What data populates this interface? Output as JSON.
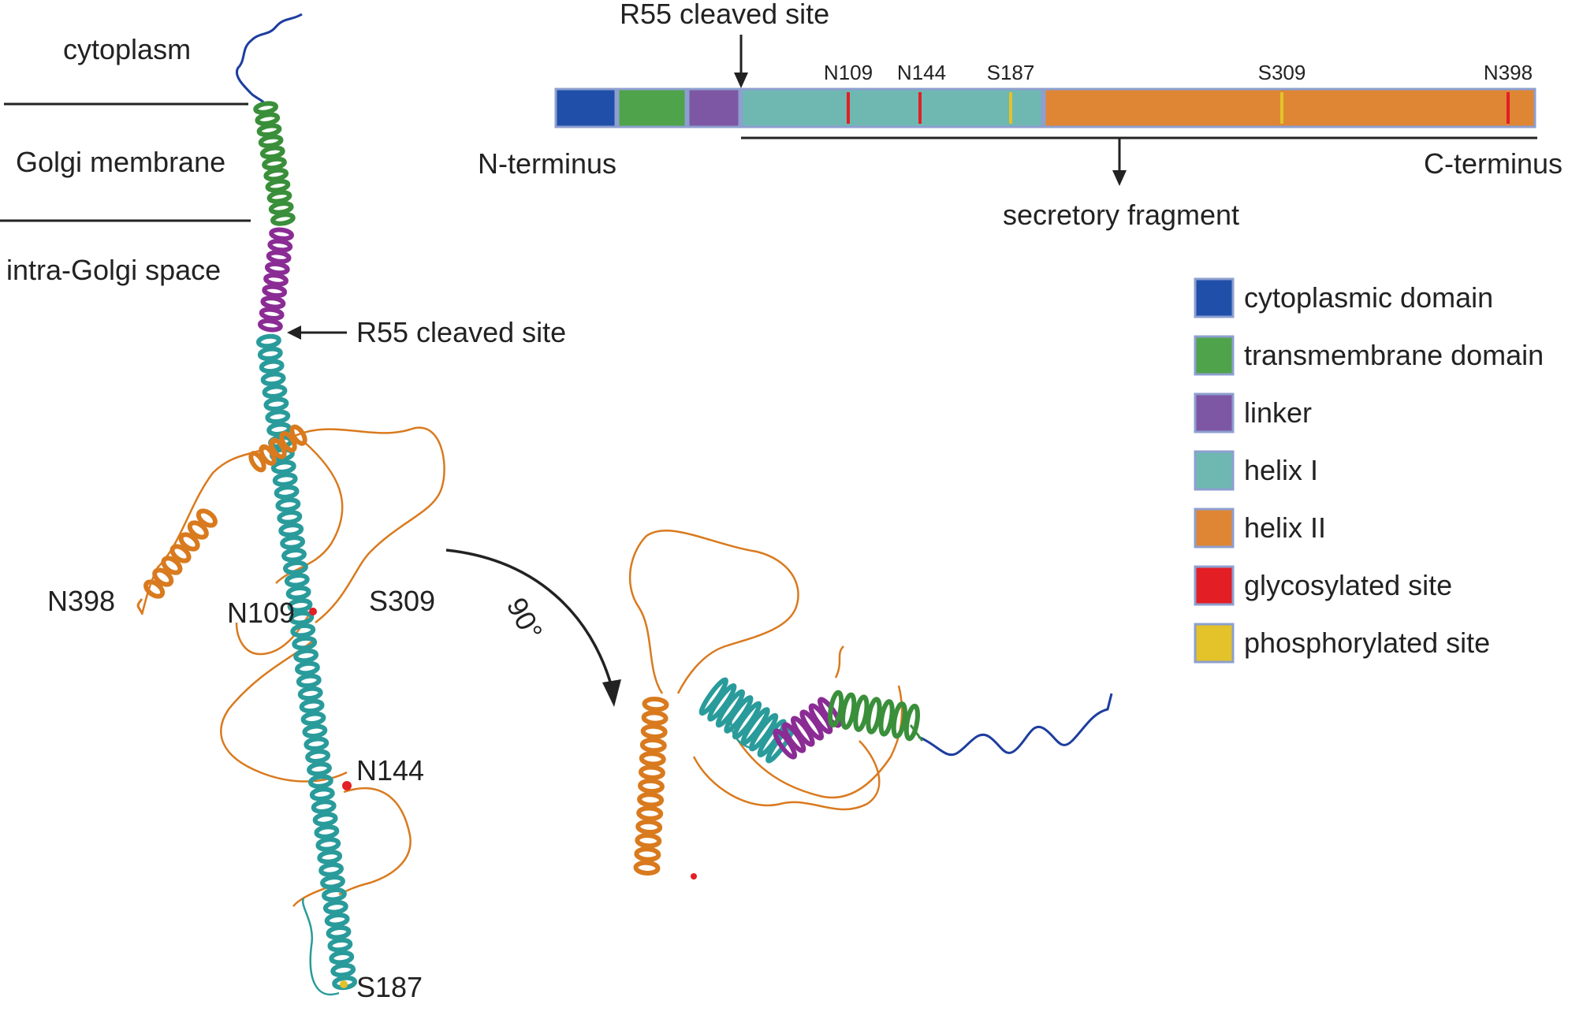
{
  "colors": {
    "cytoplasmic": "#1f4fa8",
    "transmembrane": "#4fa34a",
    "linker": "#7d57a3",
    "helix1": "#6fb8b2",
    "helix2": "#df8634",
    "glycosylated": "#e31e24",
    "phosphorylated": "#e3c22a",
    "border": "#8d9fcf",
    "ribbon_helix1": "#2a9b9b",
    "ribbon_helix2": "#d97a1e",
    "ribbon_linker": "#8b2c95",
    "ribbon_tm": "#3a8f3a",
    "ribbon_cyto": "#1d3d9e"
  },
  "left": {
    "cytoplasm": "cytoplasm",
    "golgi_membrane": "Golgi membrane",
    "intra_golgi": "intra-Golgi space",
    "cleave_label": "R55 cleaved site",
    "n398": "N398",
    "n109": "N109",
    "s309": "S309",
    "n144": "N144",
    "s187": "S187"
  },
  "rotation": "90°",
  "bar": {
    "cleave_label": "R55 cleaved site",
    "n_term": "N-terminus",
    "c_term": "C-terminus",
    "fragment": "secretory fragment",
    "sites": [
      "N109",
      "N144",
      "S187",
      "S309",
      "N398"
    ]
  },
  "legend": [
    {
      "label": "cytoplasmic domain",
      "color": "#1f4fa8"
    },
    {
      "label": "transmembrane domain",
      "color": "#4fa34a"
    },
    {
      "label": "linker",
      "color": "#7d57a3"
    },
    {
      "label": "helix I",
      "color": "#6fb8b2"
    },
    {
      "label": "helix II",
      "color": "#df8634"
    },
    {
      "label": "glycosylated site",
      "color": "#e31e24"
    },
    {
      "label": "phosphorylated site",
      "color": "#e3c22a"
    }
  ]
}
